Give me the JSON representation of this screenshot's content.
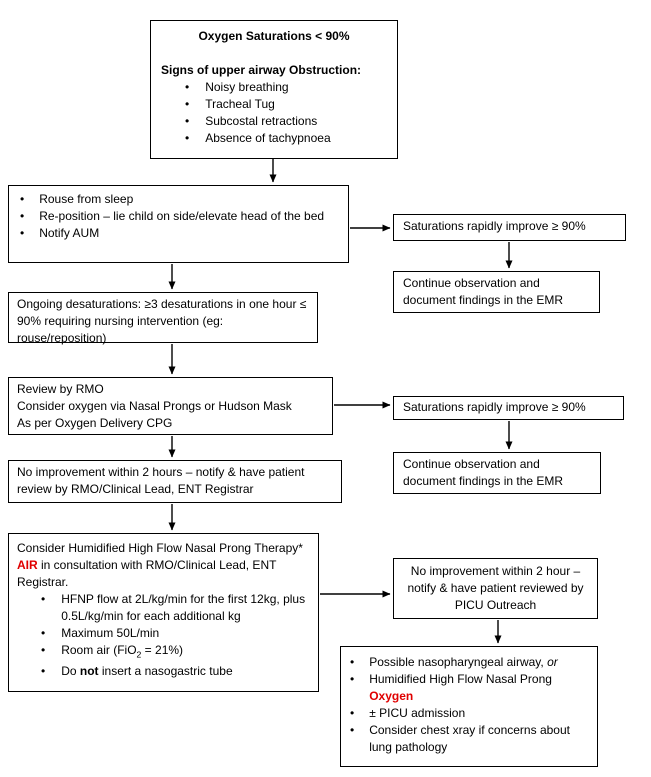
{
  "diagram": {
    "background": "#ffffff",
    "colors": {
      "border": "#000000",
      "text": "#000000",
      "accent_red": "#e00000"
    },
    "nodes": {
      "start": {
        "title": "Oxygen Saturations < 90%",
        "heading": "Signs of upper airway Obstruction:",
        "bullets": [
          "Noisy breathing",
          "Tracheal Tug",
          "Subcostal retractions",
          "Absence of tachypnoea"
        ]
      },
      "initial_actions": {
        "bullets": [
          "Rouse from sleep",
          "Re-position – lie child on side/elevate head of the bed",
          "Notify AUM"
        ]
      },
      "ongoing_desaturations": {
        "text": "Ongoing desaturations: ≥3 desaturations in one hour ≤ 90% requiring nursing intervention (eg: rouse/reposition)"
      },
      "rmo_review": {
        "lines": [
          "Review by RMO",
          "Consider oxygen via Nasal Prongs or Hudson Mask",
          "As per Oxygen Delivery CPG"
        ]
      },
      "no_improvement_2hrs": {
        "text": "No improvement within 2 hours – notify & have patient review by RMO/Clinical Lead, ENT Registrar"
      },
      "hfnp_therapy": {
        "para": {
          "pre": "Consider Humidified High Flow Nasal Prong Therapy* ",
          "highlight": "AIR",
          "post": " in consultation with RMO/Clinical Lead, ENT Registrar."
        },
        "bullets": {
          "flow": "HFNP flow at 2L/kg/min for the first 12kg, plus 0.5L/kg/min for each additional kg",
          "max": "Maximum 50L/min",
          "room_air": {
            "pre": "Room air (FiO",
            "sub": "2",
            "post": " = 21%)"
          },
          "ngt": {
            "pre": "Do ",
            "bold": "not",
            "post": " insert a nasogastric tube"
          }
        }
      },
      "sats_improve_1": {
        "text": "Saturations rapidly improve ≥ 90%"
      },
      "continue_obs_1": {
        "text": "Continue observation and document findings in the EMR"
      },
      "sats_improve_2": {
        "text": "Saturations rapidly improve ≥ 90%"
      },
      "continue_obs_2": {
        "text": "Continue observation and document findings in the EMR"
      },
      "picu_outreach": {
        "text": "No improvement within 2 hour – notify & have patient reviewed by PICU Outreach"
      },
      "escalation": {
        "bullets": {
          "npa": {
            "pre": "Possible nasopharyngeal airway, ",
            "italic": "or"
          },
          "hfnp_oxygen": {
            "pre": "Humidified High Flow Nasal Prong ",
            "highlight": "Oxygen"
          },
          "picu": "± PICU admission",
          "xray": "Consider chest xray if concerns about lung pathology"
        }
      }
    }
  }
}
